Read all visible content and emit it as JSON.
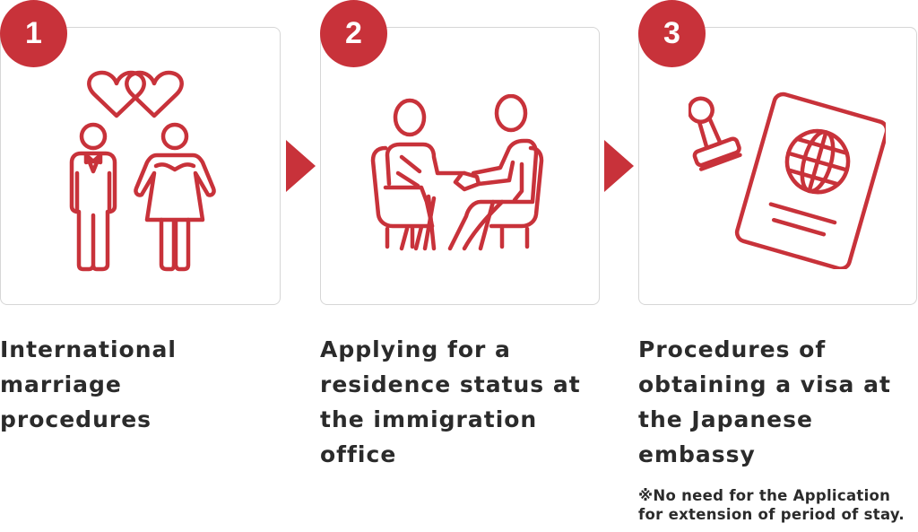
{
  "colors": {
    "accent": "#c8323a",
    "text": "#2b2b2b",
    "border": "#d6d6d6"
  },
  "steps": [
    {
      "number": "1",
      "icon": "wedding-couple-icon",
      "caption_lines": [
        "International",
        "marriage",
        "procedures"
      ]
    },
    {
      "number": "2",
      "icon": "handshake-meeting-icon",
      "caption_lines": [
        "Applying for a",
        "residence status at",
        "the immigration",
        "office"
      ]
    },
    {
      "number": "3",
      "icon": "passport-stamp-icon",
      "caption_lines": [
        "Procedures of",
        "obtaining a visa at",
        "the Japanese",
        "embassy"
      ]
    }
  ],
  "arrows": [
    "next-arrow-icon",
    "next-arrow-icon"
  ],
  "note": {
    "lines": [
      "※No need for the Application",
      "for extension of period of stay."
    ]
  }
}
